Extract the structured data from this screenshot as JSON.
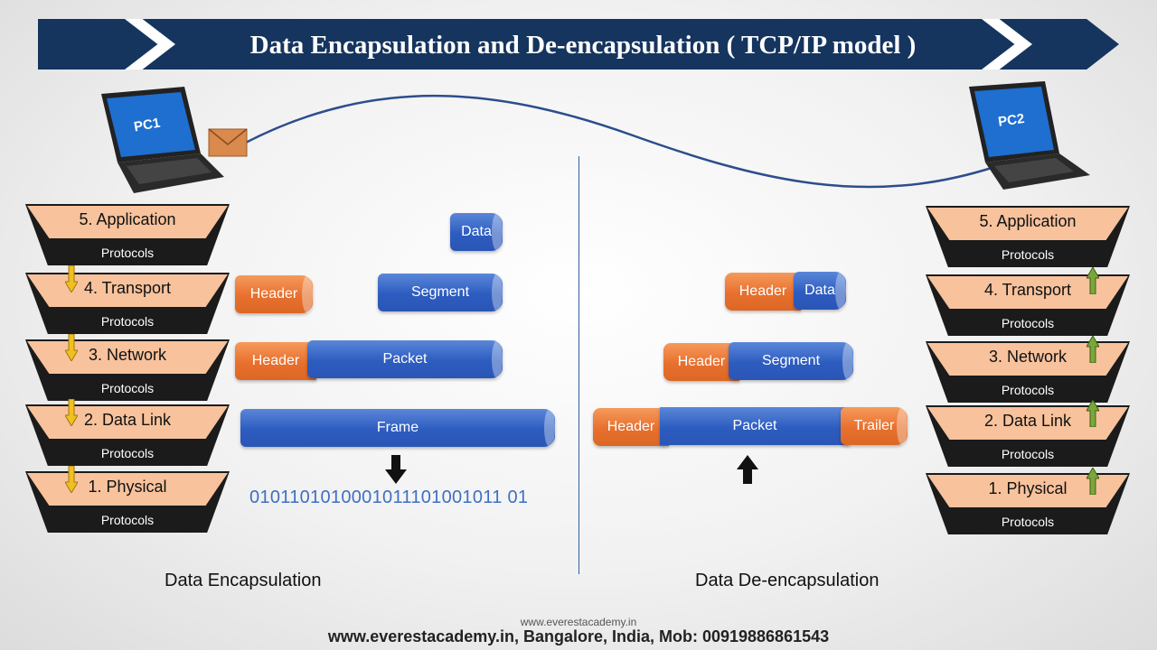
{
  "title": "Data Encapsulation and De-encapsulation ( TCP/IP model )",
  "pcs": {
    "left": "PC1",
    "right": "PC2"
  },
  "layers": [
    {
      "name": "5. Application",
      "sub": "Protocols"
    },
    {
      "name": "4. Transport",
      "sub": "Protocols"
    },
    {
      "name": "3. Network",
      "sub": "Protocols"
    },
    {
      "name": "2. Data Link",
      "sub": "Protocols"
    },
    {
      "name": "1. Physical",
      "sub": "Protocols"
    }
  ],
  "encap": {
    "data": "Data",
    "header_transport": "Header",
    "segment": "Segment",
    "header_network": "Header",
    "packet": "Packet",
    "frame": "Frame",
    "bits": "0101101010001011101001011 01",
    "caption": "Data Encapsulation"
  },
  "decap": {
    "header1": "Header",
    "data": "Data",
    "header2": "Header",
    "segment": "Segment",
    "header3": "Header",
    "packet": "Packet",
    "trailer": "Trailer",
    "caption": "Data De-encapsulation"
  },
  "footer": {
    "small": "www.everestacademy.in",
    "main": "www.everestacademy.in, Bangalore, India, Mob: 00919886861543"
  },
  "colors": {
    "banner": "#15355f",
    "orange": "#e8702e",
    "blue": "#2d5cc0",
    "layer_top": "#f7c29c",
    "down_arrow": "#f0c020",
    "up_arrow": "#7aa63a"
  }
}
